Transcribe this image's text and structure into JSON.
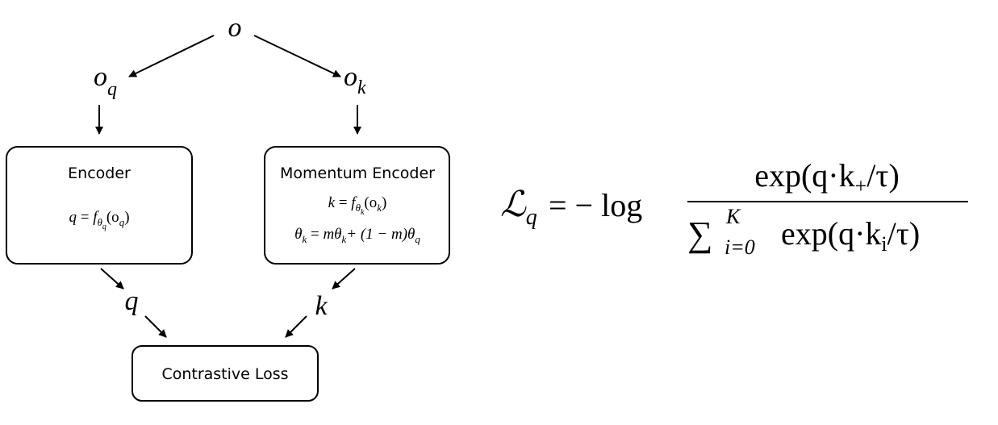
{
  "nodes": {
    "o": "o",
    "o_q_base": "o",
    "o_q_sub": "q",
    "o_k_base": "o",
    "o_k_sub": "k",
    "q": "q",
    "k": "k"
  },
  "encoder": {
    "title": "Encoder",
    "eq_lhs": "q",
    "eq_f": "f",
    "eq_f_sub": "θ",
    "eq_f_subsub": "q",
    "eq_arg": "(o",
    "eq_arg_sub": "q",
    "eq_close": ")"
  },
  "momentum_encoder": {
    "title": "Momentum Encoder",
    "eq1_lhs": "k",
    "eq1_f": "f",
    "eq1_f_sub": "θ",
    "eq1_f_subsub": "k",
    "eq1_arg": "(o",
    "eq1_arg_sub": "k",
    "eq1_close": ")",
    "eq2_lhs": "θ",
    "eq2_lhs_sub": "k",
    "eq2_rhs_a": "mθ",
    "eq2_rhs_a_sub": "k",
    "eq2_rhs_b": "+ (1 − m)θ",
    "eq2_rhs_b_sub": "q"
  },
  "loss_box": {
    "title": "Contrastive Loss"
  },
  "formula": {
    "lhs": "ℒ",
    "lhs_sub": "q",
    "equals": "= − log",
    "numerator": "exp(q·k",
    "numerator_sub": "+",
    "numerator_end": "/τ)",
    "sum": "∑",
    "sum_upper": "K",
    "sum_lower": "i=0",
    "denominator": "exp(q·k",
    "denominator_sub": "i",
    "denominator_end": "/τ)"
  }
}
